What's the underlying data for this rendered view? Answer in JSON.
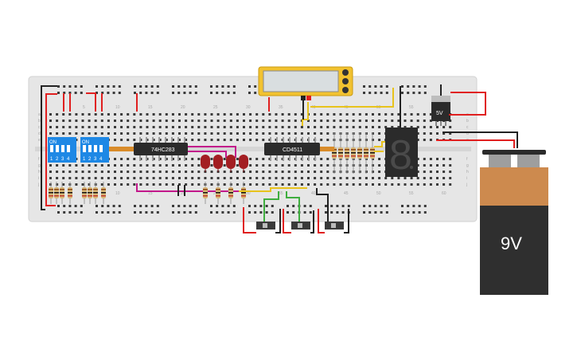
{
  "breadboard": {
    "column_numbers": [
      "5",
      "10",
      "15",
      "20",
      "25",
      "30",
      "35",
      "40",
      "45",
      "50",
      "55",
      "60"
    ],
    "row_letters_top": [
      "a",
      "b",
      "c",
      "d",
      "e"
    ],
    "row_letters_bottom": [
      "f",
      "g",
      "h",
      "i",
      "j"
    ]
  },
  "components": {
    "adder_chip": "74HC283",
    "decoder_chip": "CD4511",
    "dip_switch_1": {
      "on_label": "ON",
      "numbers": [
        "1",
        "2",
        "3",
        "4"
      ]
    },
    "dip_switch_2": {
      "on_label": "ON",
      "numbers": [
        "1",
        "2",
        "3",
        "4"
      ]
    },
    "regulator_label": "5V",
    "battery_label": "9V",
    "seven_segment_digit": "8"
  },
  "colors": {
    "breadboard": "#e6e6e6",
    "dip_switch": "#1e88e5",
    "chip": "#2b2b2b",
    "battery_top": "#cd8a4e",
    "battery_body": "#2f2f2f",
    "meter": "#f2c230",
    "led": "#a31e22",
    "wire_red": "#e01f1f",
    "wire_black": "#222222",
    "wire_magenta": "#c2188b",
    "wire_yellow": "#e8c31c",
    "wire_green": "#3fae3f",
    "wire_orange": "#d98c2a"
  }
}
